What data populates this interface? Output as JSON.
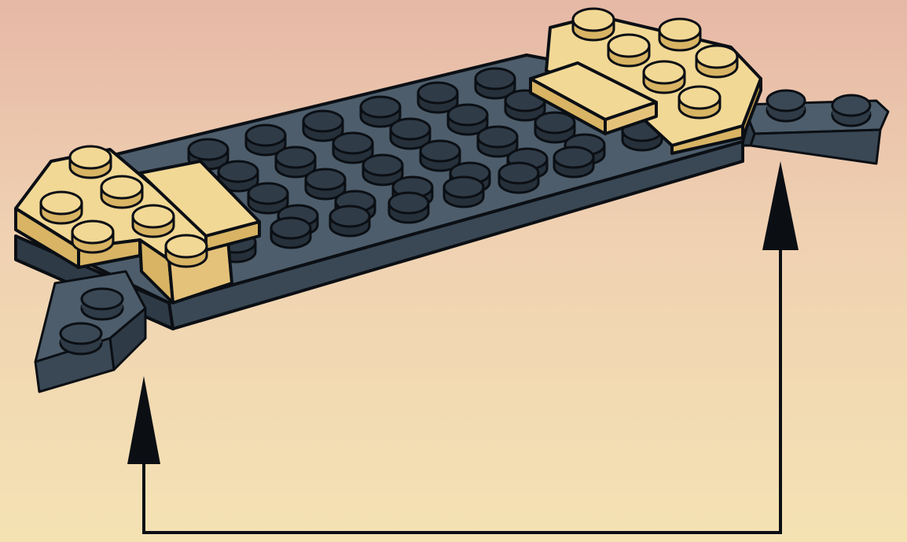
{
  "instruction": {
    "step_label": "",
    "description_text": ""
  },
  "colors": {
    "background_top": "#e6b8a6",
    "background_bottom": "#f4e2b3",
    "plate_top": "#4d5d6b",
    "plate_front": "#3a4855",
    "plate_side": "#2e3a45",
    "stud_top": "#2f3b47",
    "tile_top": "#f2d895",
    "tile_front": "#d8b464",
    "outline": "#0b0f14",
    "arrow": "#0b0f14"
  },
  "parts": {
    "base_plate": "dark-bluish-gray-plate",
    "center_plate_left": "tan-plate-left",
    "center_plate_right": "tan-plate-right",
    "tile_left": "tan-tile-left",
    "tile_right": "tan-tile-right",
    "connector_left": "dark-gray-hinge-plate-left",
    "connector_right": "dark-gray-hinge-plate-right"
  },
  "arrows": [
    {
      "name": "arrow-up-left",
      "direction": "up"
    },
    {
      "name": "arrow-up-right",
      "direction": "up"
    }
  ]
}
